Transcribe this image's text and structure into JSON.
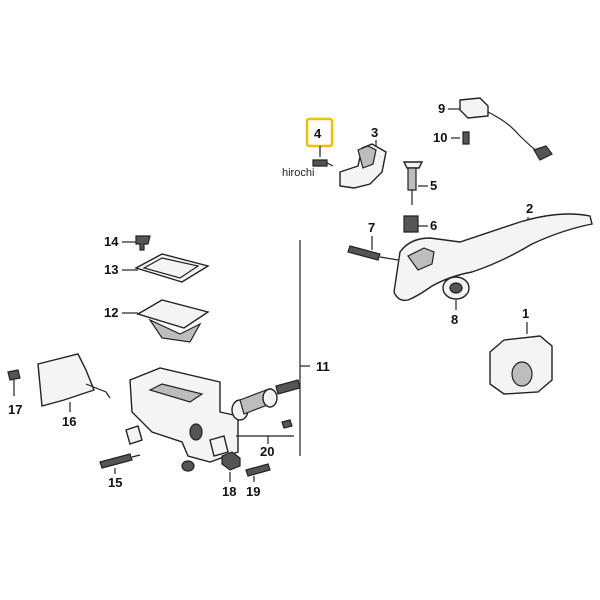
{
  "watermark": "hirochi",
  "callouts": {
    "c1": "1",
    "c2": "2",
    "c3": "3",
    "c4": "4",
    "c5": "5",
    "c6": "6",
    "c7": "7",
    "c8": "8",
    "c9": "9",
    "c10": "10",
    "c11": "11",
    "c12": "12",
    "c13": "13",
    "c14": "14",
    "c15": "15",
    "c16": "16",
    "c17": "17",
    "c18": "18",
    "c19": "19",
    "c20": "20"
  },
  "highlight_color": "#f0c000"
}
